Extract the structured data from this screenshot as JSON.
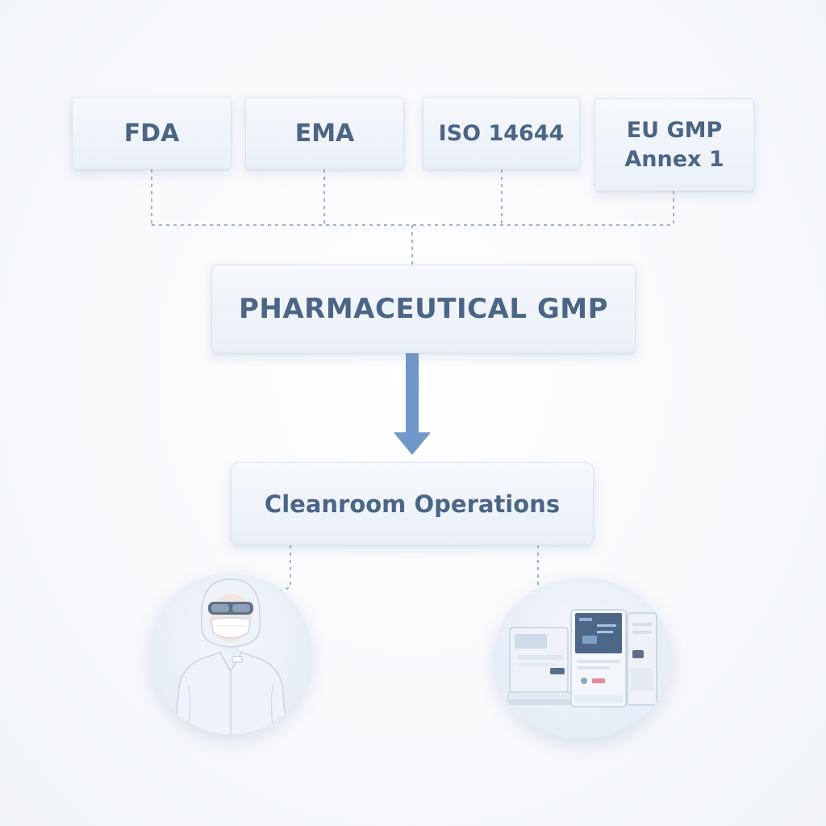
{
  "regulators": [
    {
      "label": "FDA"
    },
    {
      "label": "EMA"
    },
    {
      "label": "ISO 14644"
    },
    {
      "label": "EU GMP\nAnnex 1"
    }
  ],
  "framework": {
    "label": "PHARMACEUTICAL GMP"
  },
  "operations": {
    "label": "Cleanroom Operations"
  },
  "colors": {
    "text": "#4a6585",
    "connector": "#9fb2cc",
    "arrow": "#6f97c8",
    "box_fill": "#eef3f9"
  },
  "icons": [
    "cleanroom-worker-icon",
    "cleanroom-equipment-icon"
  ]
}
